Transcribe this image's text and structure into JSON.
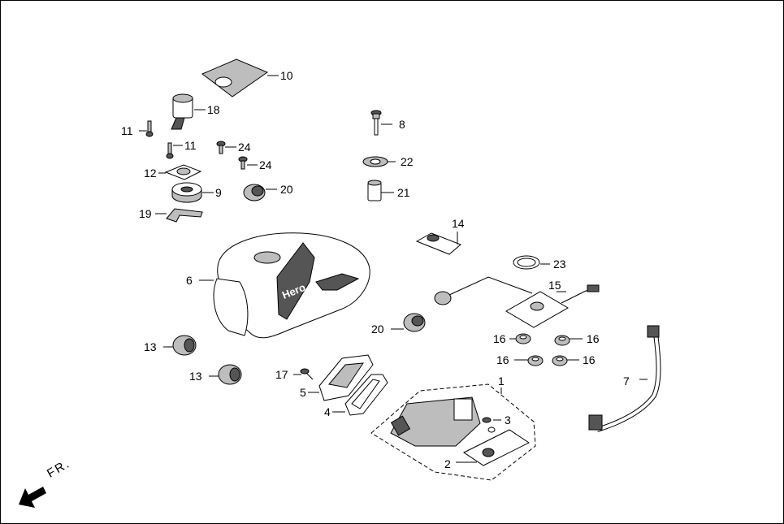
{
  "diagram": {
    "brand_text": "Hero",
    "direction_label": "FR.",
    "callouts": [
      {
        "id": "c10",
        "text": "10"
      },
      {
        "id": "c18",
        "text": "18"
      },
      {
        "id": "c11a",
        "text": "11"
      },
      {
        "id": "c11b",
        "text": "11"
      },
      {
        "id": "c24a",
        "text": "24"
      },
      {
        "id": "c24b",
        "text": "24"
      },
      {
        "id": "c12",
        "text": "12"
      },
      {
        "id": "c9",
        "text": "9"
      },
      {
        "id": "c20a",
        "text": "20"
      },
      {
        "id": "c19",
        "text": "19"
      },
      {
        "id": "c8",
        "text": "8"
      },
      {
        "id": "c22",
        "text": "22"
      },
      {
        "id": "c21",
        "text": "21"
      },
      {
        "id": "c14",
        "text": "14"
      },
      {
        "id": "c23",
        "text": "23"
      },
      {
        "id": "c15",
        "text": "15"
      },
      {
        "id": "c6",
        "text": "6"
      },
      {
        "id": "c20b",
        "text": "20"
      },
      {
        "id": "c16a",
        "text": "16"
      },
      {
        "id": "c16b",
        "text": "16"
      },
      {
        "id": "c16c",
        "text": "16"
      },
      {
        "id": "c16d",
        "text": "16"
      },
      {
        "id": "c13a",
        "text": "13"
      },
      {
        "id": "c13b",
        "text": "13"
      },
      {
        "id": "c17",
        "text": "17"
      },
      {
        "id": "c5",
        "text": "5"
      },
      {
        "id": "c4",
        "text": "4"
      },
      {
        "id": "c1",
        "text": "1"
      },
      {
        "id": "c3",
        "text": "3"
      },
      {
        "id": "c2",
        "text": "2"
      },
      {
        "id": "c7",
        "text": "7"
      }
    ]
  }
}
